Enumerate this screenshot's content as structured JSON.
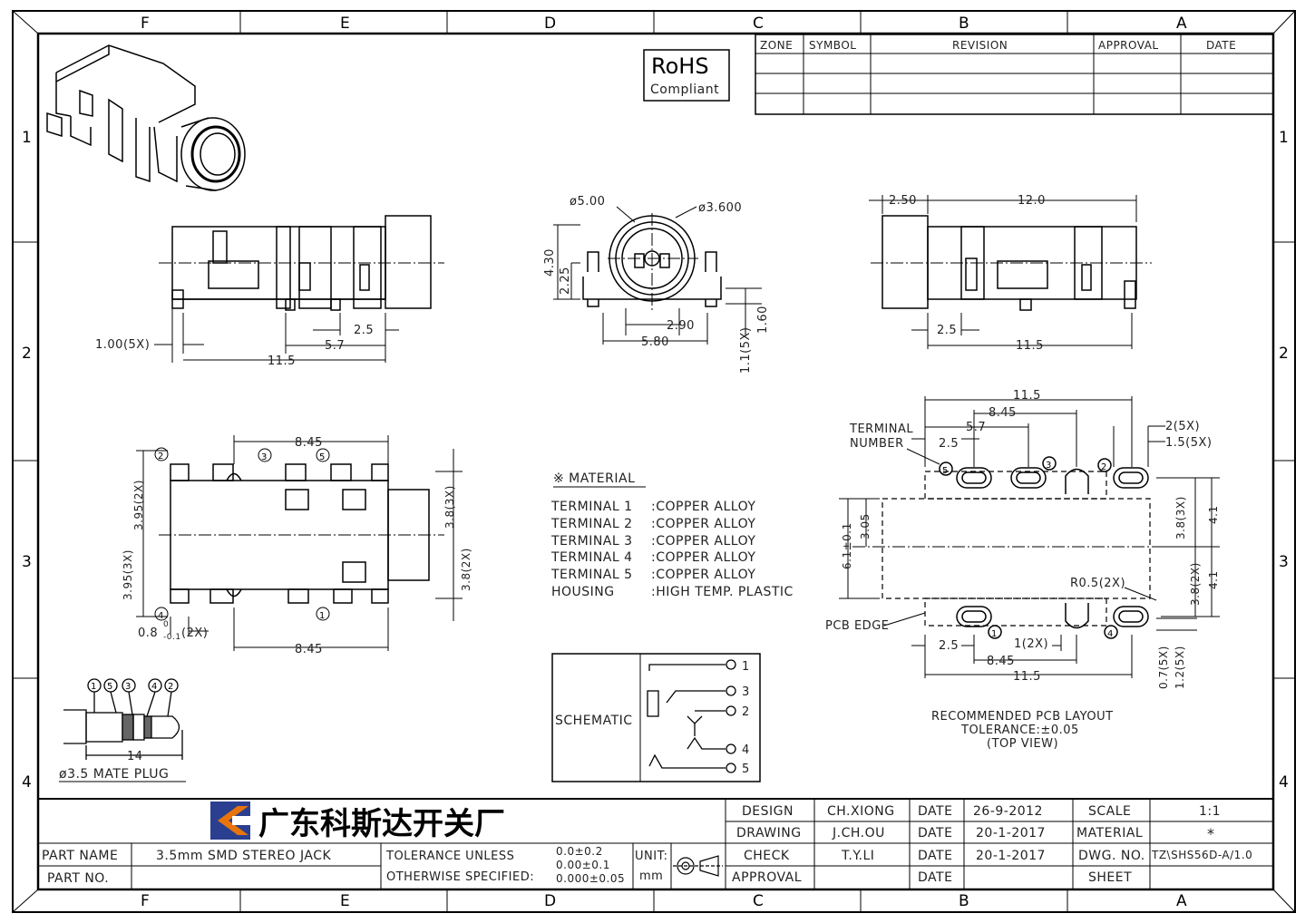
{
  "frame": {
    "cols": [
      "F",
      "E",
      "D",
      "C",
      "B",
      "A"
    ],
    "rows": [
      "1",
      "2",
      "3",
      "4"
    ]
  },
  "rohs": {
    "main": "RoHS",
    "sub": "Compliant"
  },
  "revision_table": {
    "headers": [
      "ZONE",
      "SYMBOL",
      "REVISION",
      "APPROVAL",
      "DATE"
    ]
  },
  "dimensions": {
    "side_left": {
      "d1": "1.00(5X)",
      "d2": "2.5",
      "d3": "5.7",
      "d4": "11.5"
    },
    "front": {
      "dia_outer": "ø5.00",
      "dia_inner": "ø3.600",
      "h1": "4.30",
      "h2": "2.25",
      "w1": "2.90",
      "w2": "5.80",
      "h3": "1.60",
      "h4": "1.1(5X)"
    },
    "side_right": {
      "d1": "2.50",
      "d2": "12.0",
      "d3": "2.5",
      "d4": "11.5"
    },
    "bottom_view": {
      "top": "8.45",
      "l1": "3.95(2X)",
      "l2": "3.95(3X)",
      "r1": "3.8(3X)",
      "r2": "3.8(2X)",
      "tol_a": "0.8",
      "tol_b": "0",
      "tol_c": "-0.1",
      "tol_d": "(2X)",
      "bottom": "8.45"
    },
    "pcb": {
      "d1": "11.5",
      "d2": "8.45",
      "d3": "5.7",
      "d4": "2.5",
      "d5": "2(5X)",
      "d6": "1.5(5X)",
      "v1": "3.05",
      "v2": "6.1±0.1",
      "v3": "3.8(3X)",
      "v4": "4.1",
      "v5": "3.8(2X)",
      "v6": "4.1",
      "r": "R0.5(2X)",
      "b1": "2.5",
      "b2": "1(2X)",
      "b3": "8.45",
      "b4": "11.5",
      "b5": "0.7(5X)",
      "b6": "1.2(5X)"
    }
  },
  "terminal_labels": {
    "terminal_number": [
      "TERMINAL",
      "NUMBER"
    ],
    "pcb_edge": "PCB EDGE",
    "n1": "1",
    "n2": "2",
    "n3": "3",
    "n4": "4",
    "n5": "5"
  },
  "material": {
    "title": "※ MATERIAL",
    "rows": [
      {
        "k": "TERMINAL 1",
        "v": ":COPPER ALLOY"
      },
      {
        "k": "TERMINAL 2",
        "v": ":COPPER ALLOY"
      },
      {
        "k": "TERMINAL 3",
        "v": ":COPPER ALLOY"
      },
      {
        "k": "TERMINAL 4",
        "v": ":COPPER ALLOY"
      },
      {
        "k": "TERMINAL 5",
        "v": ":COPPER ALLOY"
      },
      {
        "k": "HOUSING",
        "v": ":HIGH TEMP. PLASTIC"
      }
    ]
  },
  "schematic": {
    "label": "SCHEMATIC",
    "pins": [
      "1",
      "3",
      "2",
      "4",
      "5"
    ]
  },
  "plug": {
    "pins": [
      "1",
      "5",
      "3",
      "4",
      "2"
    ],
    "length": "14",
    "label": "ø3.5 MATE PLUG"
  },
  "pcb_layout": {
    "l1": "RECOMMENDED PCB LAYOUT",
    "l2": "TOLERANCE:±0.05",
    "l3": "(TOP VIEW)"
  },
  "title_block": {
    "company": "广东科斯达开关厂",
    "part_name_label": "PART NAME",
    "part_name": "3.5mm SMD STEREO JACK",
    "part_no_label": "PART NO.",
    "tolerance_l1": "TOLERANCE UNLESS",
    "tolerance_l2": "OTHERWISE SPECIFIED:",
    "tol1": "0.0±0.2",
    "tol2": "0.00±0.1",
    "tol3": "0.000±0.05",
    "unit_label": "UNIT:",
    "unit": "mm",
    "design_label": "DESIGN",
    "design": "CH.XIONG",
    "drawing_label": "DRAWING",
    "drawing": "J.CH.OU",
    "check_label": "CHECK",
    "check": "T.Y.LI",
    "approval_label": "APPROVAL",
    "date_label": "DATE",
    "design_date": "26-9-2012",
    "drawing_date": "20-1-2017",
    "check_date": "20-1-2017",
    "scale_label": "SCALE",
    "scale": "1:1",
    "material_label": "MATERIAL",
    "material": "*",
    "dwg_label": "DWG. NO.",
    "dwg": "TZ\\SHS56D-A/1.0",
    "sheet_label": "SHEET"
  },
  "colors": {
    "logo_blue": "#2a3f8f",
    "logo_orange": "#e8740c"
  }
}
